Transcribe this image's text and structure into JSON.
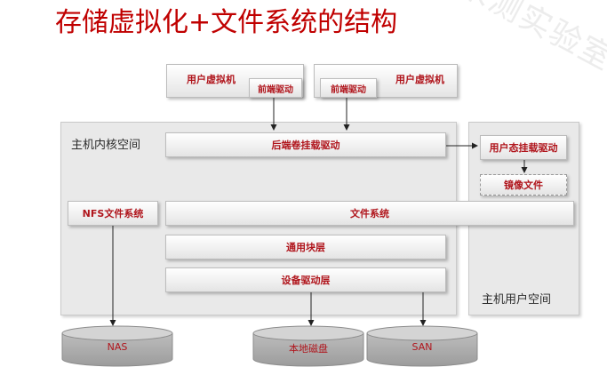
{
  "title": "存储虚拟化+文件系统的结构",
  "watermark": "未测实验室",
  "vm_left": {
    "label": "用户虚拟机",
    "driver": "前端驱动"
  },
  "vm_right": {
    "label": "用户虚拟机",
    "driver": "前端驱动"
  },
  "kernel": {
    "label": "主机内核空间",
    "backend_driver": "后端卷挂载驱动",
    "nfs": "NFS文件系统",
    "filesystem": "文件系统",
    "block_layer": "通用块层",
    "device_driver": "设备驱动层"
  },
  "user_space": {
    "label": "主机用户空间",
    "user_driver": "用户态挂载驱动",
    "image_file": "镜像文件"
  },
  "storage": {
    "nas": "NAS",
    "local_disk": "本地磁盘",
    "san": "SAN"
  }
}
